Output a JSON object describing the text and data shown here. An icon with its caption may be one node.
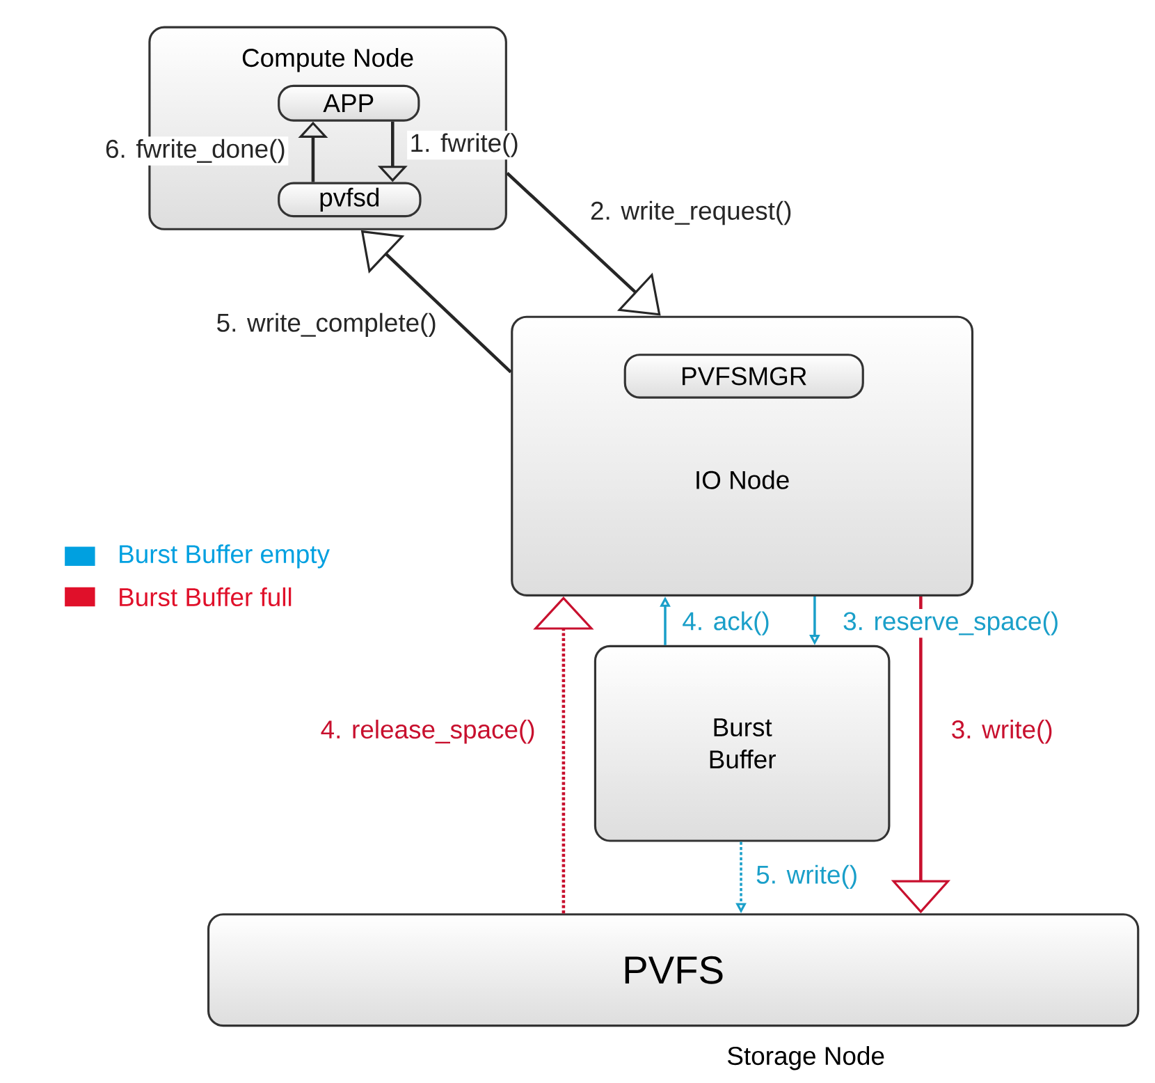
{
  "diagram": {
    "nodes": [
      {
        "text": [
          "Compute Node"
        ]
      },
      {
        "text": [
          "APP"
        ],
        "in": 0
      },
      {
        "text": [
          "pvfsd"
        ],
        "in": 0
      },
      {
        "text": [
          "IO Node"
        ]
      },
      {
        "text": [
          "PVFSMGR"
        ],
        "in": 3
      },
      {
        "text": [
          "Burst Buffer"
        ]
      },
      {
        "text": [
          "PVFS"
        ],
        "beside": [
          "Storage Node"
        ]
      }
    ],
    "edges": [
      {
        "from": 1,
        "to": 2,
        "arrow": "to",
        "label": "1. fwrite()"
      },
      {
        "from": 2,
        "to": 1,
        "arrow": "to",
        "label": "6. fwrite_done()"
      },
      {
        "from": 0,
        "to": 3,
        "arrow": "to",
        "label": "2. write_request()"
      },
      {
        "from": 3,
        "to": 0,
        "arrow": "to",
        "label": "5. write_complete()"
      },
      {
        "from": 5,
        "to": 3,
        "arrow": "to",
        "label": "4. ack()",
        "color": "#1a9fc9"
      },
      {
        "from": 3,
        "to": 5,
        "arrow": "to",
        "label": "3. reserve_space()",
        "color": "#1a9fc9"
      },
      {
        "from": 3,
        "to": 6,
        "arrow": "to",
        "label": "3. write()",
        "color": "#c8102e"
      },
      {
        "from": 6,
        "to": 3,
        "arrow": "to",
        "label": "4. release_space()",
        "style": "dashed",
        "color": "#c8102e"
      },
      {
        "from": 5,
        "to": 6,
        "arrow": "to",
        "label": "5. write()",
        "style": "dashed",
        "color": "#1a9fc9"
      }
    ],
    "legend": [
      {
        "text": "Burst Buffer empty",
        "color": "#00a0e0"
      },
      {
        "text": "Burst Buffer full",
        "color": "#e0102a"
      }
    ]
  }
}
